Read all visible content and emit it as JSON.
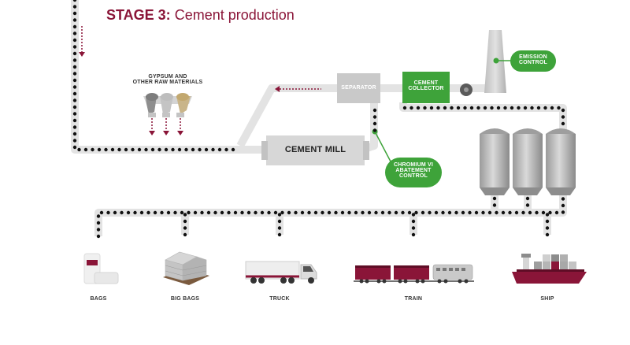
{
  "title": {
    "stage": "STAGE 3:",
    "text": "Cement production"
  },
  "inputs": {
    "raw_materials_line1": "GYPSUM AND",
    "raw_materials_line2": "OTHER RAW MATERIALS"
  },
  "equipment": {
    "separator": "SEPARATOR",
    "cement_collector_line1": "CEMENT",
    "cement_collector_line2": "COLLECTOR",
    "cement_mill": "CEMENT MILL"
  },
  "controls": {
    "emission_line1": "EMISSION",
    "emission_line2": "CONTROL",
    "chromium_line1": "CHROMIUM VI",
    "chromium_line2": "ABATEMENT",
    "chromium_line3": "CONTROL"
  },
  "outputs": [
    "BAGS",
    "BIG BAGS",
    "TRUCK",
    "TRAIN",
    "SHIP"
  ],
  "colors": {
    "brand": "#8a1538",
    "control_green": "#3ea33a",
    "equipment_gray": "#c9c9c9",
    "pipe_gray": "#e3e3e3"
  }
}
